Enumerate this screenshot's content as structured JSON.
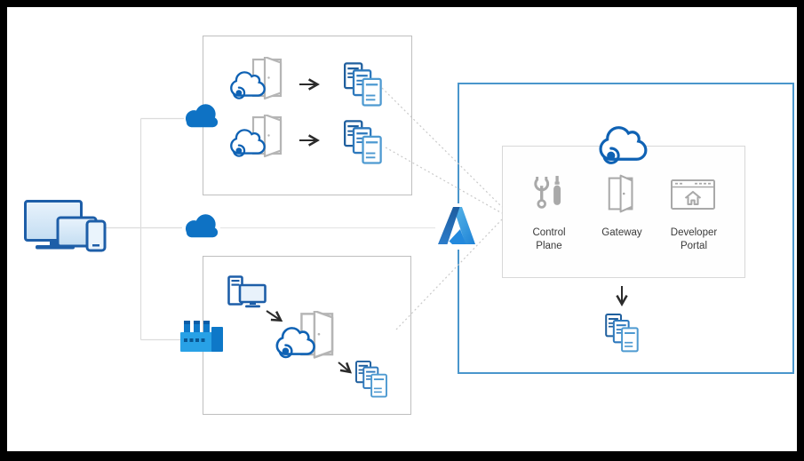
{
  "diagram": {
    "clients": {
      "icon": "devices-icon"
    },
    "network": {
      "cloud_top_icon": "cloud-icon",
      "cloud_middle_icon": "cloud-icon",
      "factory_icon": "factory-icon"
    },
    "top_box": {
      "rows": [
        {
          "source_icon": "self-hosted-gateway-icon",
          "arrow_icon": "arrow-right-icon",
          "target_icon": "api-stack-icon"
        },
        {
          "source_icon": "self-hosted-gateway-icon",
          "arrow_icon": "arrow-right-icon",
          "target_icon": "api-stack-icon"
        }
      ]
    },
    "bottom_box": {
      "client_icon": "desktop-computer-icon",
      "arrow_icons": [
        "arrow-diagonal-icon",
        "arrow-diagonal-icon"
      ],
      "gateway_icon": "self-hosted-gateway-icon",
      "target_icon": "api-stack-icon"
    },
    "azure": {
      "logo_icon": "azure-logo"
    },
    "apim_panel": {
      "cloud_icon": "api-management-cloud-icon",
      "components": [
        {
          "label": "Control Plane",
          "icon": "tools-icon"
        },
        {
          "label": "Gateway",
          "icon": "door-icon"
        },
        {
          "label": "Developer Portal",
          "icon": "browser-home-icon"
        }
      ],
      "arrow_icon": "arrow-down-icon",
      "backend_icon": "api-stack-icon"
    }
  },
  "palette": {
    "frame_black": "#000000",
    "canvas_white": "#ffffff",
    "cloud_blue": "#0e72c4",
    "apim_outline_blue": "#0f62b4",
    "panel_border_blue": "#4a96cc",
    "box_border_gray": "#bfbfbf",
    "inner_box_border": "#d8d8d8",
    "icon_gray": "#a9a9a9",
    "door_gray": "#b5b5b5",
    "connector_gray": "#dcdcdc",
    "dotted_gray": "#c9c9c9",
    "arrow_black": "#2b2b2b",
    "label_text": "#3a3a3a",
    "device_outline": "#1d5ea8",
    "stack_blue_dark": "#1f5f9e",
    "stack_blue_mid": "#2e79bd",
    "stack_blue_light": "#4e9ad1",
    "factory_light": "#28a1e6",
    "factory_dark": "#0e78c8",
    "azure_dark": "#1d5c9f",
    "azure_light": "#57b5e8"
  }
}
